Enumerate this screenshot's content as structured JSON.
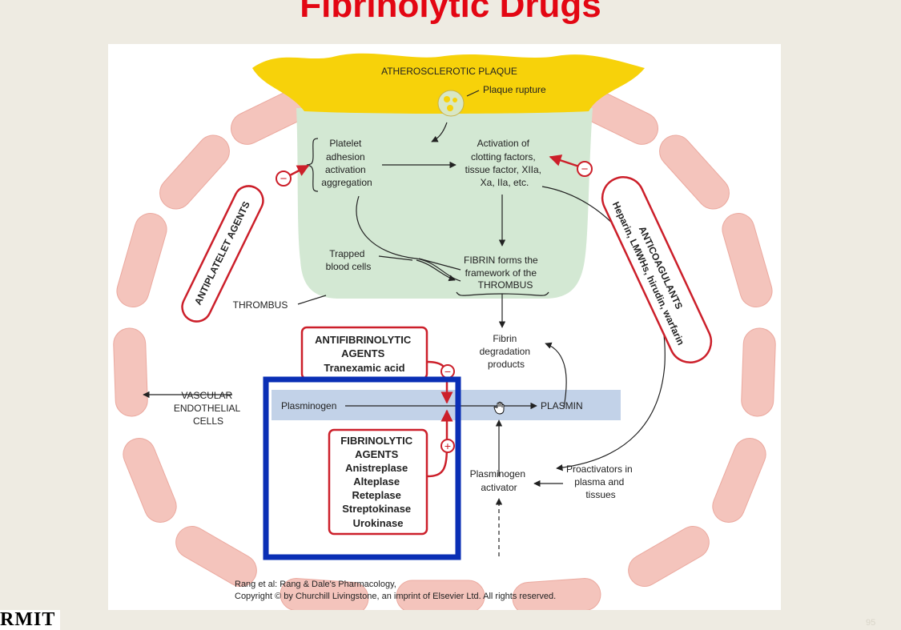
{
  "slide": {
    "title": "Fibrinolytic Drugs",
    "page_number": "95",
    "logo": "RMIT"
  },
  "diagram": {
    "plaque_label": "ATHEROSCLEROTIC PLAQUE",
    "plaque_rupture": "Plaque rupture",
    "platelet_lines": [
      "Platelet",
      "adhesion",
      "activation",
      "aggregation"
    ],
    "clotting_lines": [
      "Activation of",
      "clotting factors,",
      "tissue factor, XIIa,",
      "Xa, IIa, etc."
    ],
    "trapped_lines": [
      "Trapped",
      "blood cells"
    ],
    "fibrin_lines": [
      "FIBRIN forms the",
      "framework of the",
      "THROMBUS"
    ],
    "thrombus_label": "THROMBUS",
    "antiplatelet_label": "ANTIPLATELET AGENTS",
    "anticoag_title": "ANTICOAGULANTS",
    "anticoag_drugs": "Heparin, LMWHs, hirudin, warfarin",
    "antifibrinolytic_lines": [
      "ANTIFIBRINOLYTIC",
      "AGENTS",
      "Tranexamic acid"
    ],
    "fdp_lines": [
      "Fibrin",
      "degradation",
      "products"
    ],
    "vascular_lines": [
      "VASCULAR",
      "ENDOTHELIAL",
      "CELLS"
    ],
    "plasminogen": "Plasminogen",
    "plasmin": "PLASMIN",
    "fibrinolytic_lines": [
      "FIBRINOLYTIC",
      "AGENTS",
      "Anistreplase",
      "Alteplase",
      "Reteplase",
      "Streptokinase",
      "Urokinase"
    ],
    "activator_lines": [
      "Plasminogen",
      "activator"
    ],
    "proactivator_lines": [
      "Proactivators in",
      "plasma and",
      "tissues"
    ],
    "minus_sign": "−",
    "plus_sign": "+",
    "citation_line1": "Rang et al: Rang & Dale's Pharmacology,",
    "citation_line2": "Copyright ©        by Churchill Livingstone, an imprint of Elsevier Ltd. All rights reserved."
  },
  "colors": {
    "title_red": "#E30613",
    "plaque_yellow": "#F7D20A",
    "thrombus_green": "#D3E8D3",
    "cell_pink": "#F4C4BC",
    "inhibit_red": "#CC1F2A",
    "highlight_blue": "#0A2FB5",
    "plasmin_band": "#C2D2E8"
  }
}
